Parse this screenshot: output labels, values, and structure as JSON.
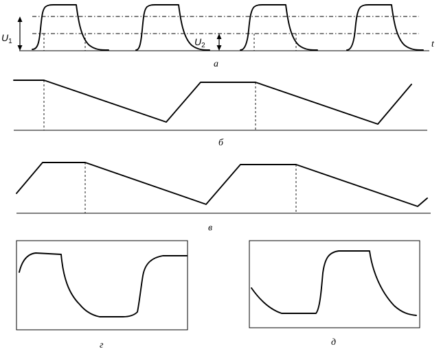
{
  "labels": {
    "u1_main": "U",
    "u1_sub": "1",
    "u2_main": "U",
    "u2_sub": "2",
    "time": "t",
    "panel_a": "а",
    "panel_b": "б",
    "panel_v": "в",
    "panel_g": "г",
    "panel_d": "д"
  },
  "colors": {
    "ink": "#000000",
    "background": "#ffffff"
  }
}
